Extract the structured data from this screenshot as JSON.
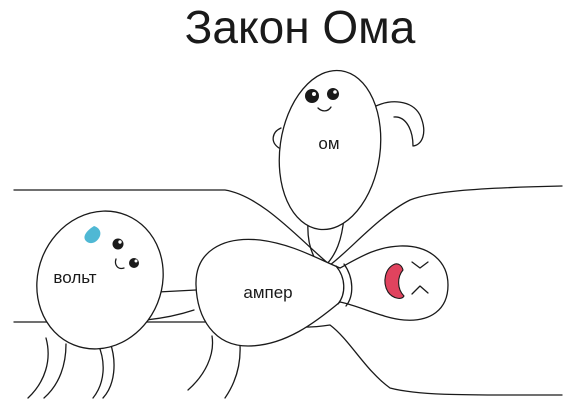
{
  "title": "Закон Ома",
  "labels": {
    "ohm": "ом",
    "volt": "вольт",
    "ampere": "ампер"
  },
  "colors": {
    "ink": "#1a1a1a",
    "sweat_drop": "#4fb8d4",
    "mouth": "#e0435e",
    "background": "#ffffff"
  },
  "icons": {
    "volt_sweat": "sweat-drop-icon",
    "ampere_mouth": "crying-mouth-icon"
  }
}
